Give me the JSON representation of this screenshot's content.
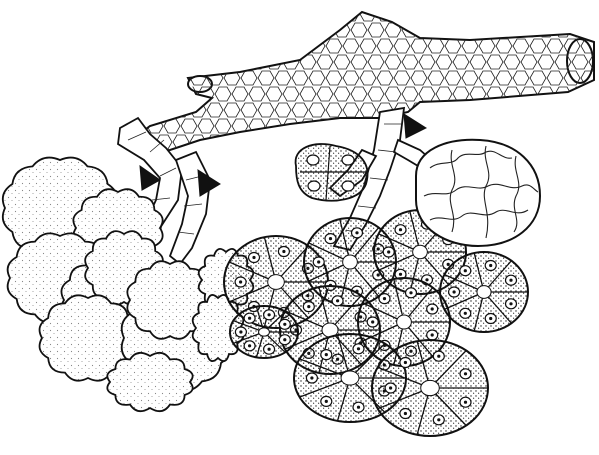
{
  "figure": {
    "colors": {
      "ink": "#111111",
      "fill": "#ffffff",
      "stipple": "#222222",
      "background": "#ffffff"
    },
    "parts": [
      {
        "key": "duct",
        "icon": "branching-duct-tree"
      },
      {
        "key": "lobules-outer",
        "icon": "bumpy-lobule-cluster"
      },
      {
        "key": "lobule-sectioned",
        "icon": "sectioned-lobule-cells"
      },
      {
        "key": "acinus-mesh",
        "icon": "netted-acinus"
      },
      {
        "key": "arrowheads",
        "icon": "black-arrowhead",
        "count": 3
      }
    ]
  }
}
